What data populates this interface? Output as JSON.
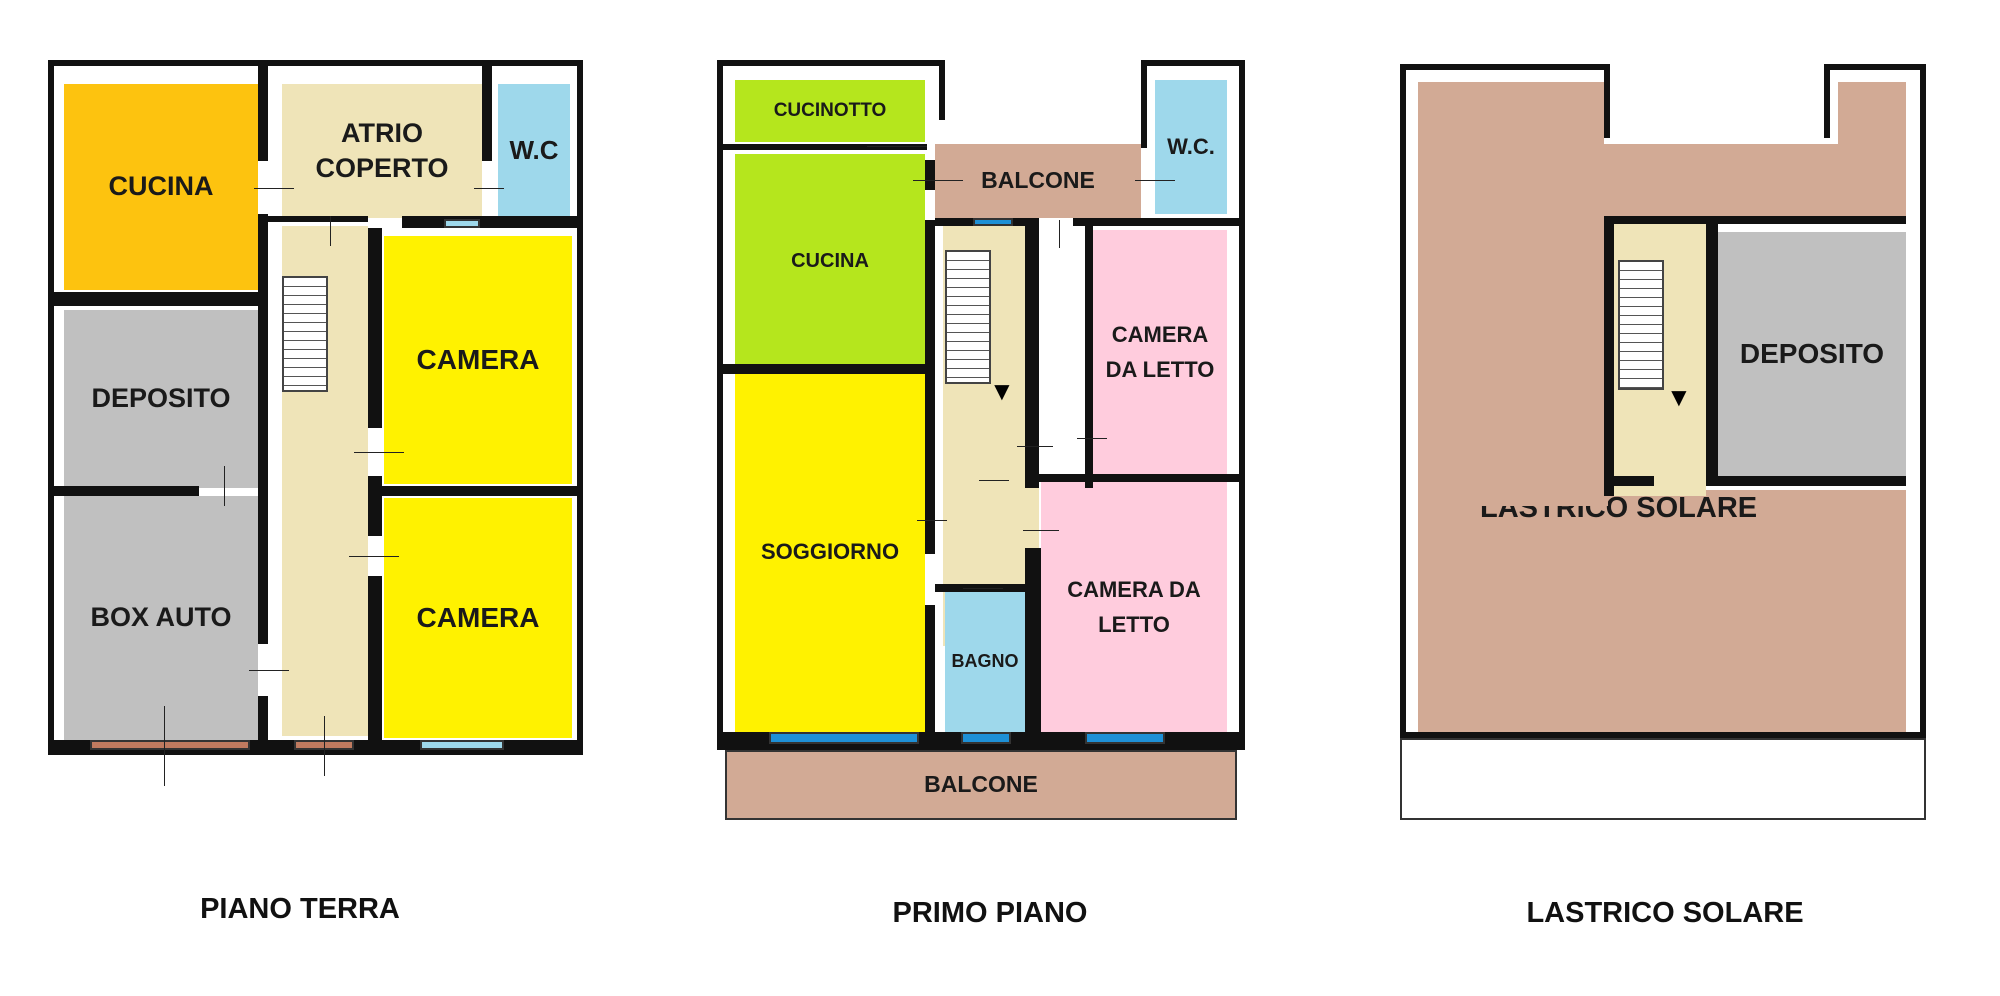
{
  "plans": {
    "ground": {
      "caption": "PIANO TERRA",
      "rooms": {
        "cucina": "CUCINA",
        "atrio": "ATRIO COPERTO",
        "wc": "W.C",
        "deposito": "DEPOSITO",
        "camera1": "CAMERA",
        "box": "BOX AUTO",
        "camera2": "CAMERA"
      }
    },
    "first": {
      "caption": "PRIMO PIANO",
      "rooms": {
        "cucinotto": "CUCINOTTO",
        "balcone_top": "BALCONE",
        "wc": "W.C.",
        "cucina": "CUCINA",
        "camera_letto1": "CAMERA DA LETTO",
        "soggiorno": "SOGGIORNO",
        "camera_letto2": "CAMERA DA LETTO",
        "bagno": "BAGNO",
        "balcone_bottom": "BALCONE"
      }
    },
    "roof": {
      "caption": "LASTRICO SOLARE",
      "rooms": {
        "deposito": "DEPOSITO",
        "lastrico": "LASTRICO SOLARE"
      }
    }
  },
  "colors": {
    "orange": "#FDC30F",
    "beige": "#EFE4B8",
    "lightblue": "#9ED8EB",
    "grey": "#C0C0C0",
    "yellow": "#FFF200",
    "green": "#B5E61D",
    "pink": "#FFCCDD",
    "terracotta": "#D2AA95"
  }
}
